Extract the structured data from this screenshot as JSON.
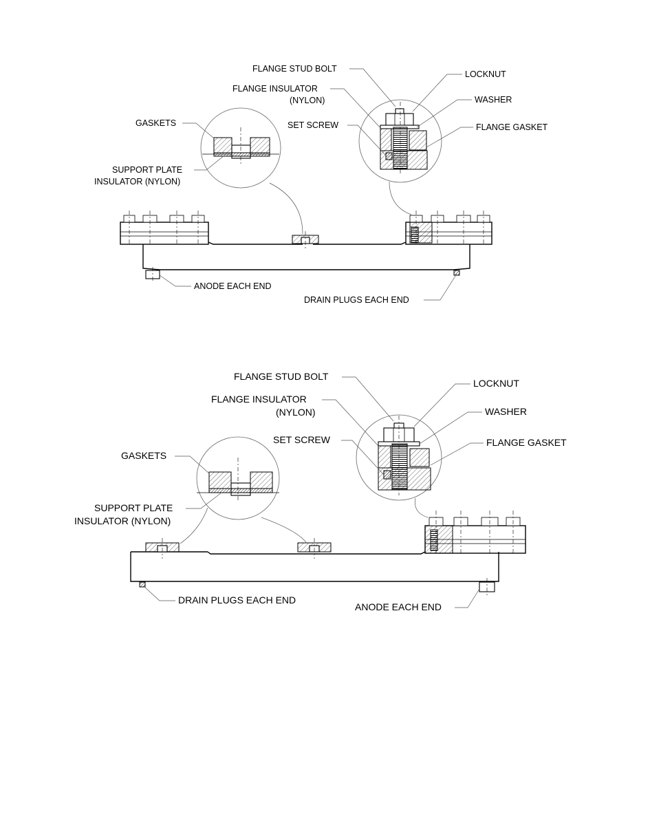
{
  "figure_top": {
    "labels": {
      "flange_stud_bolt": "FLANGE STUD BOLT",
      "locknut": "LOCKNUT",
      "flange_insulator_1": "FLANGE INSULATOR",
      "flange_insulator_2": "(NYLON)",
      "washer": "WASHER",
      "set_screw": "SET SCREW",
      "flange_gasket": "FLANGE GASKET",
      "gaskets": "GASKETS",
      "support_plate_1": "SUPPORT PLATE",
      "support_plate_2": "INSULATOR (NYLON)",
      "anode": "ANODE EACH END",
      "drain_plugs": "DRAIN PLUGS EACH END"
    }
  },
  "figure_bottom": {
    "labels": {
      "flange_stud_bolt": "FLANGE STUD BOLT",
      "locknut": "LOCKNUT",
      "flange_insulator_1": "FLANGE INSULATOR",
      "flange_insulator_2": "(NYLON)",
      "washer": "WASHER",
      "set_screw": "SET SCREW",
      "flange_gasket": "FLANGE GASKET",
      "gaskets": "GASKETS",
      "support_plate_1": "SUPPORT PLATE",
      "support_plate_2": "INSULATOR (NYLON)",
      "drain_plugs": "DRAIN PLUGS EACH END",
      "anode": "ANODE EACH END"
    }
  }
}
